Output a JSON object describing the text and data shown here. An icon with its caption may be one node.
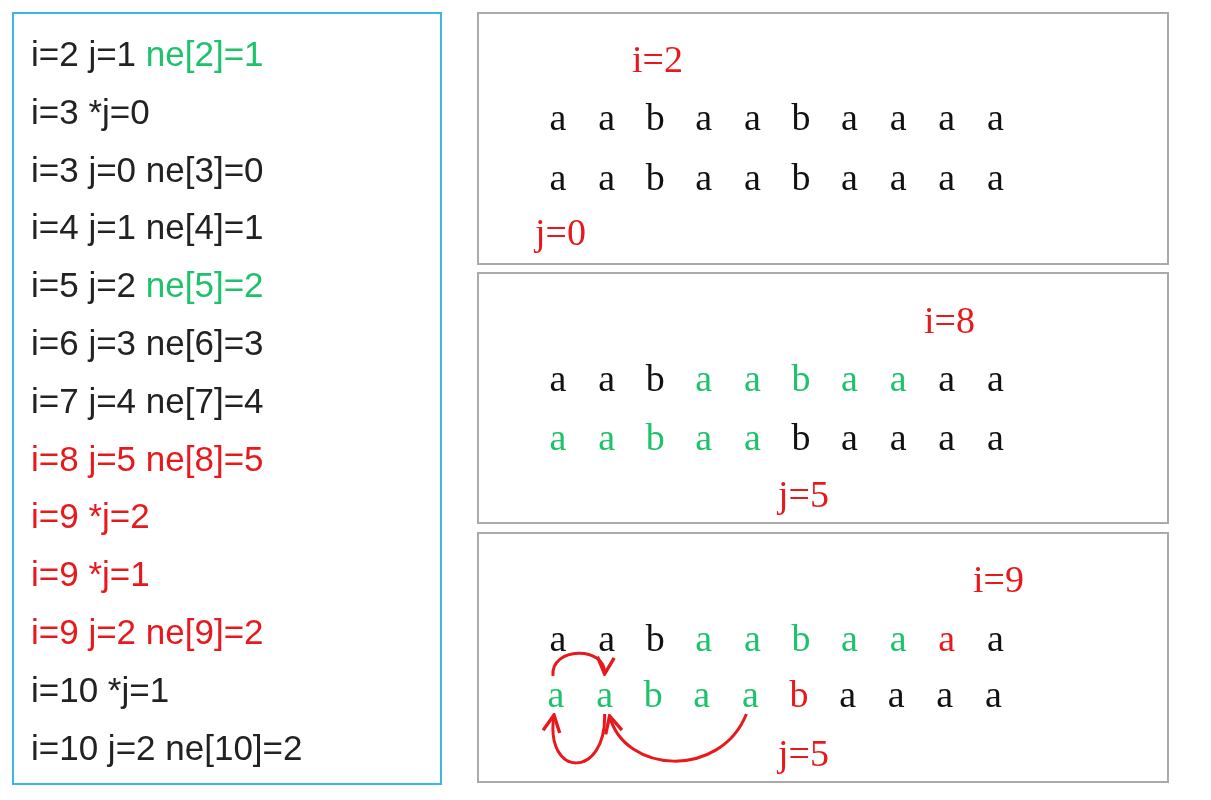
{
  "diagram": {
    "nodes": [
      {
        "text": [
          "i=2 j=1 ne[2]=1",
          "i=3 *j=0",
          "i=3 j=0 ne[3]=0",
          "i=4 j=1 ne[4]=1",
          "i=5 j=2 ne[5]=2",
          "i=6 j=3 ne[6]=3",
          "i=7 j=4 ne[7]=4",
          "i=8 j=5 ne[8]=5",
          "i=9 *j=2",
          "i=9 *j=1",
          "i=9 j=2 ne[9]=2",
          "i=10 *j=1",
          "i=10 j=2 ne[10]=2"
        ]
      },
      {
        "text": [
          "i=2",
          "a a b a a b a a a a",
          "a a b a a b a a a a",
          "j=0"
        ]
      },
      {
        "text": [
          "i=8",
          "a a b a a b a a a a",
          "a a b a a b a a a a",
          "j=5"
        ]
      },
      {
        "text": [
          "i=9",
          "a a b a a b a a a a",
          "j=5"
        ]
      },
      {
        "text": [
          "a"
        ],
        "in": 3
      },
      {
        "text": [
          "a"
        ],
        "in": 3
      },
      {
        "text": [
          "b"
        ],
        "in": 3
      },
      {
        "text": [
          "a"
        ],
        "in": 3
      },
      {
        "text": [
          "a"
        ],
        "in": 3
      },
      {
        "text": [
          "b"
        ],
        "in": 3
      },
      {
        "text": [
          "a"
        ],
        "in": 3
      },
      {
        "text": [
          "a"
        ],
        "in": 3
      },
      {
        "text": [
          "a"
        ],
        "in": 3
      },
      {
        "text": [
          "a"
        ],
        "in": 3
      }
    ],
    "edges": [
      {
        "from": 4,
        "to": 5,
        "arrow": "to"
      },
      {
        "from": 5,
        "to": 4,
        "arrow": "to"
      },
      {
        "from": 8,
        "to": 5,
        "arrow": "to"
      }
    ]
  }
}
